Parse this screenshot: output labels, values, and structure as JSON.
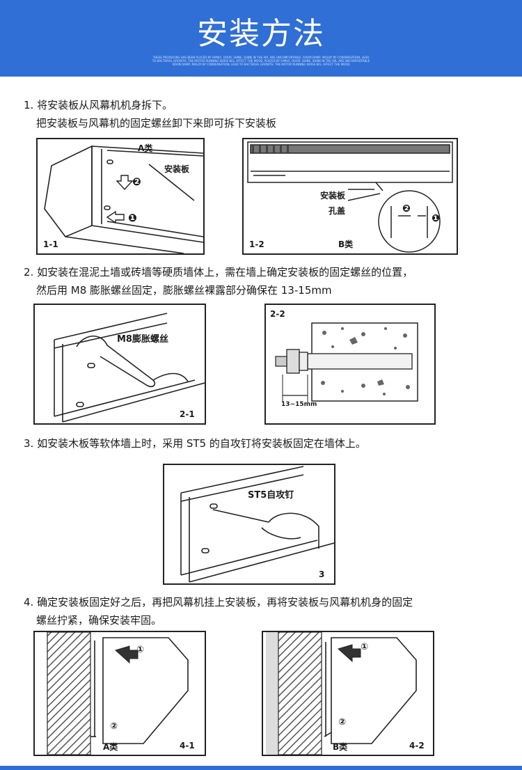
{
  "header": {
    "title": "安装方法",
    "fine_print": [
      "THESE PRODUCING HAS BEEN PLACED BY FAMILY, DOOR, SHINE, SHINE IN THE AIR, ARE UNCOMFORTABLE. ROOM DAMP, MOLDY BY CONDENSATION, LEAD",
      "TO BACTERIAL GROWTH. THE MOTOR RUNNING NOISE BIG, AFFECT THE MOOD. PLACED BY FAMILY, DOOR, SHINE, SHINE IN THE AIR, ARE UNCOMFORTABLE",
      "ROOM DAMP, MOLDY BY CONDENSATION, LEAD TO BACTERIAL GROWTH. THE MOTOR RUNNING NOISE BIG, AFFECT THE MOOD"
    ]
  },
  "steps": [
    {
      "line1": "1. 将安装板从风幕机机身拆下。",
      "line2": "把安装板与风幕机的固定螺丝卸下来即可拆下安装板"
    },
    {
      "line1": "2. 如安装在混泥土墙或砖墙等硬质墙体上，需在墙上确定安装板的固定螺丝的位置，",
      "line2": "然后用 M8 膨胀螺丝固定，膨胀螺丝裸露部分确保在 13-15mm"
    },
    {
      "line1": "3. 如安装木板等软体墙上时，采用 ST5 的自攻钉将安装板固定在墙体上。"
    },
    {
      "line1": "4. 确定安装板固定好之后，再把风幕机挂上安装板，再将安装板与风幕机机身的固定",
      "line2": "螺丝拧紧，确保安装牢固。"
    }
  ],
  "figures": {
    "fig_1_1": {
      "number": "1-1",
      "type_label": "A类",
      "callout": "安装板",
      "marker_1": "❶",
      "marker_2": "❷"
    },
    "fig_1_2": {
      "number": "1-2",
      "type_label": "B类",
      "callout_plate": "安装板",
      "callout_cover": "孔盖",
      "marker_1": "❶",
      "marker_2": "❷"
    },
    "fig_2_1": {
      "number": "2-1",
      "callout": "M8膨胀螺丝"
    },
    "fig_2_2": {
      "number": "2-2",
      "dimension": "13~15mm"
    },
    "fig_3": {
      "number": "3",
      "callout": "ST5自攻钉"
    },
    "fig_4_1": {
      "number": "4-1",
      "type_label": "A类",
      "marker_1": "①",
      "marker_2": "②"
    },
    "fig_4_2": {
      "number": "4-2",
      "type_label": "B类",
      "marker_1": "①",
      "marker_2": "②"
    }
  },
  "colors": {
    "banner": "#2f6fd6",
    "text": "#1a1a1a",
    "line_art": "#222222"
  }
}
